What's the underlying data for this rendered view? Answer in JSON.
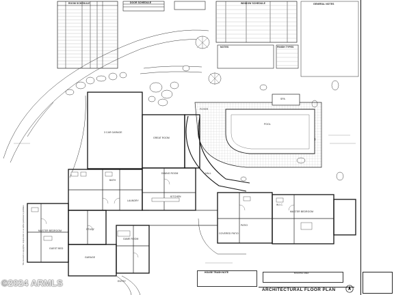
{
  "sheet": {
    "title": "ARCHITECTURAL FLOOR PLAN",
    "watermark": "©2024 ARMLS",
    "building_area_heading": "BUILDING AREA",
    "house_trash_note": "HOUSE TRASH NOTE",
    "vertical_credit": "This document is copyrighted. Reproduction or use without permission is prohibited."
  },
  "tables": {
    "room_schedule_heading": "ROOM SCHEDULE",
    "door_schedule_heading": "DOOR SCHEDULE",
    "window_schedule_heading": "WINDOW SCHEDULE",
    "notes_heading": "NOTES",
    "finish_types_heading": "FINISH TYPES",
    "general_notes_heading": "GENERAL NOTES"
  },
  "rooms": {
    "great_room": "GREAT ROOM",
    "dining": "DINING ROOM",
    "kitchen": "KITCHEN",
    "garage_3car": "3 CAR GARAGE",
    "garage": "GARAGE",
    "master_bedroom": "MASTER BEDROOM",
    "guest_bed": "GUEST BED",
    "study": "STUDY",
    "pool": "POOL",
    "spa": "SPA",
    "patio": "PATIO",
    "foyer": "FOYER",
    "laundry": "LAUNDRY",
    "hall": "HALL",
    "bath": "BATH",
    "wic": "W.I.C.",
    "gameroom": "GAME ROOM",
    "covered_patio": "COVERED PATIO",
    "entry": "ENTRY"
  }
}
